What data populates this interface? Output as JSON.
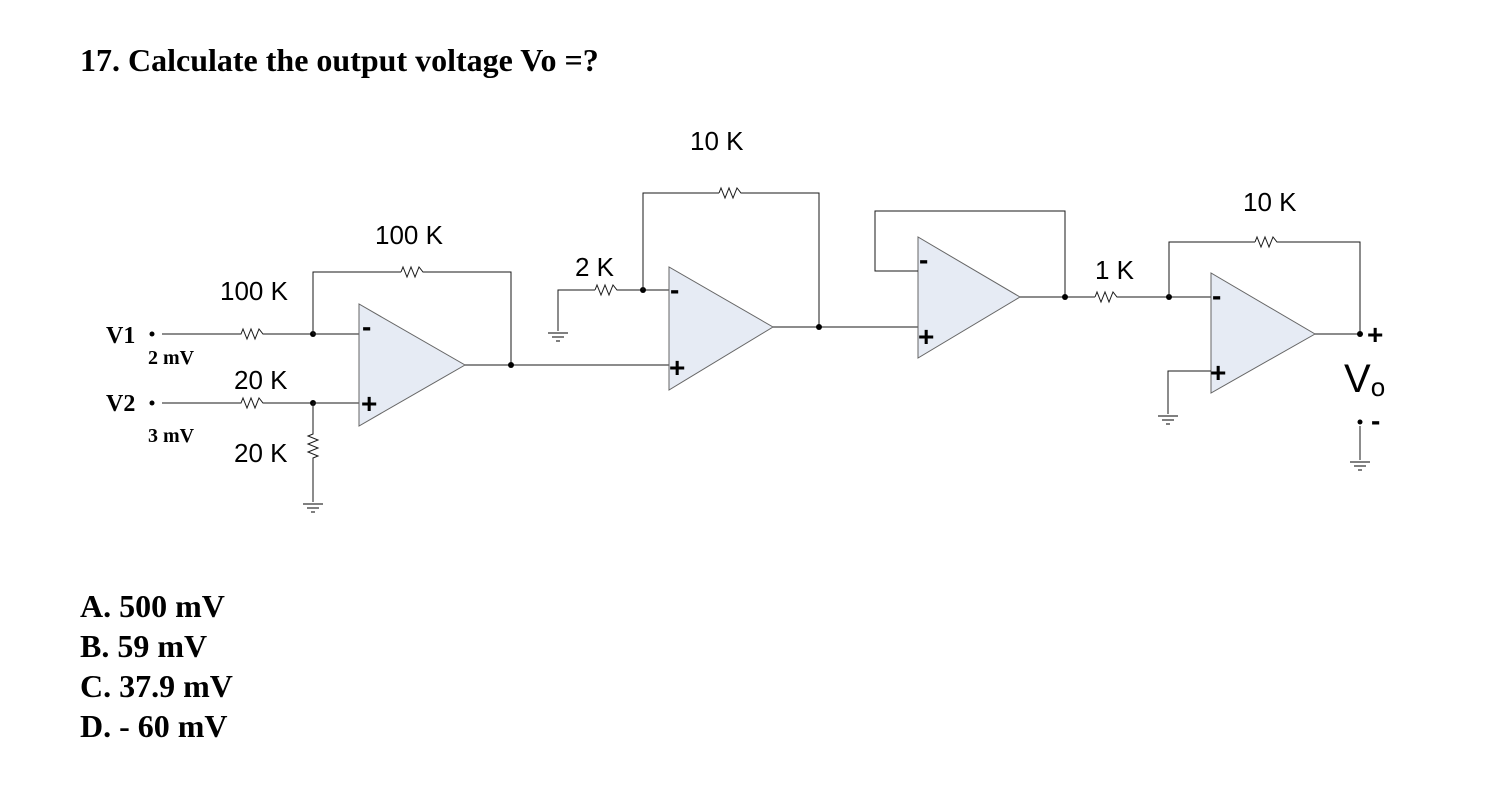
{
  "question": {
    "title": "17. Calculate the output voltage Vo =?"
  },
  "circuit": {
    "sources": [
      {
        "name": "V1",
        "value": "2 mV"
      },
      {
        "name": "V2",
        "value": "3 mV"
      }
    ],
    "stage1": {
      "r_in_minus": "100 K",
      "r_in_plus": "20 K",
      "r_ground": "20 K",
      "r_feedback": "100 K"
    },
    "stage2": {
      "r_in": "2 K",
      "r_feedback": "10 K"
    },
    "stage3": {
      "type": "voltage follower"
    },
    "stage4": {
      "r_in": "1 K",
      "r_feedback": "10 K"
    },
    "output": {
      "label_main": "V",
      "label_sub": "o",
      "plus": "+",
      "minus": "-"
    },
    "opamp_signs": {
      "minus": "-",
      "plus": "+"
    }
  },
  "options": [
    {
      "letter": "A.",
      "text": "500 mV"
    },
    {
      "letter": "B.",
      "text": "59 mV"
    },
    {
      "letter": "C.",
      "text": "37.9 mV"
    },
    {
      "letter": "D.",
      "text": "- 60 mV"
    }
  ]
}
